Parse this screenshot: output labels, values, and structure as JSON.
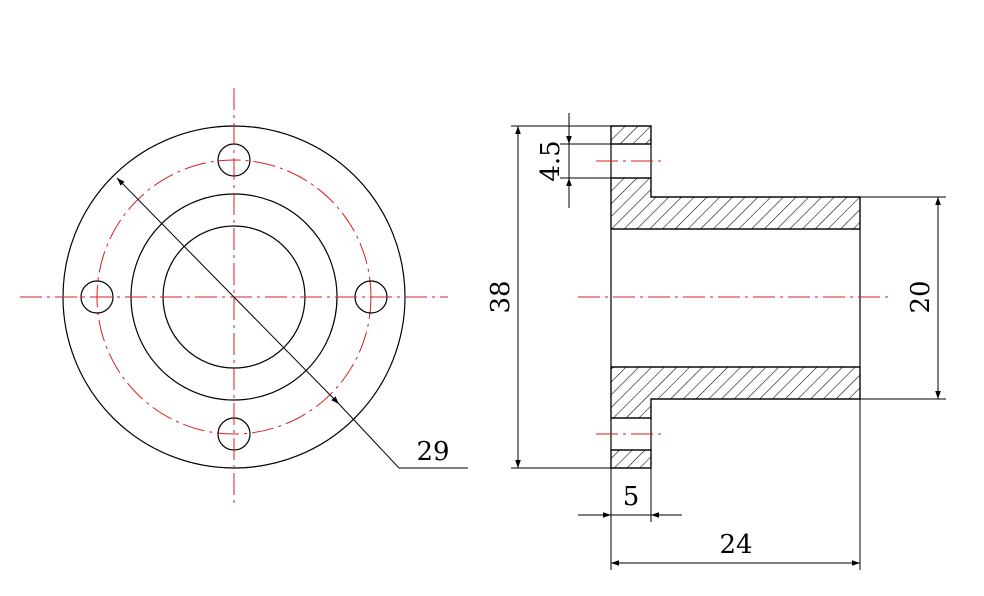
{
  "colors": {
    "outline": "#000000",
    "centerline": "#d81e1e",
    "background": "#ffffff"
  },
  "dimensions": {
    "pitch_circle": "29",
    "overall_diameter": "38",
    "flange_thickness": "4.5",
    "hub_diameter": "20",
    "flange_width": "5",
    "overall_length": "24"
  }
}
